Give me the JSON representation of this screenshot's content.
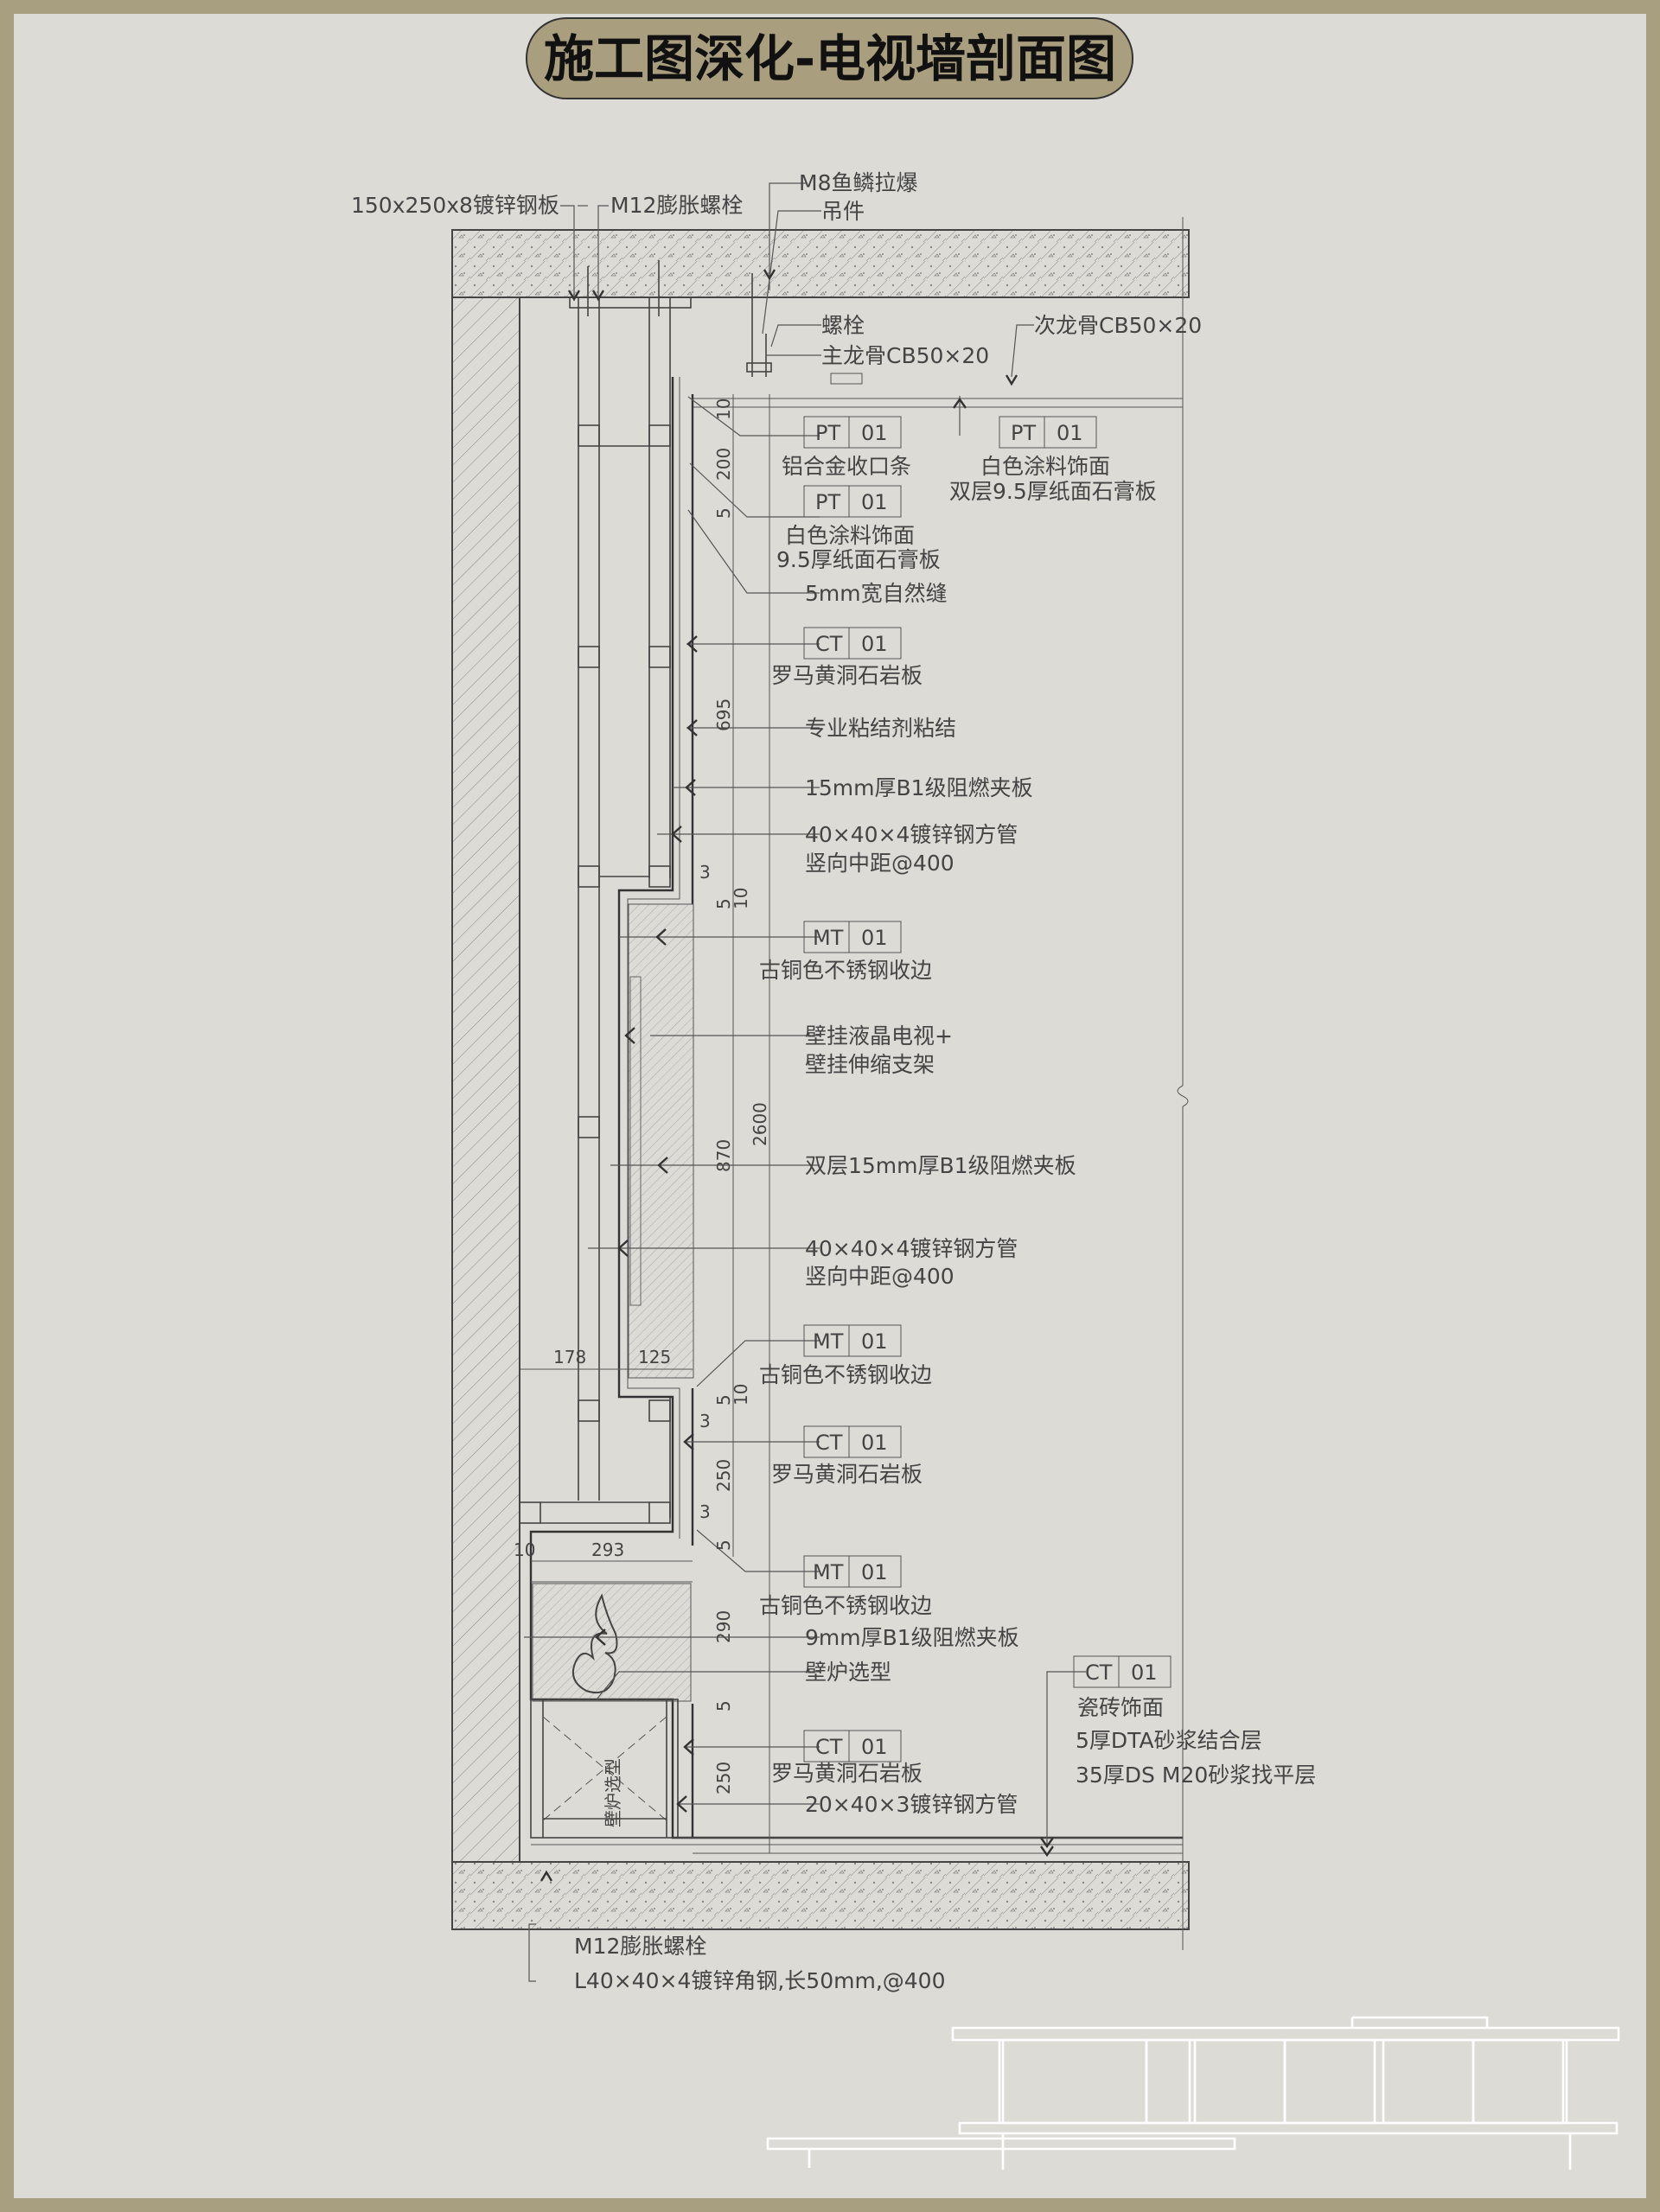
{
  "title": "施工图深化-电视墙剖面图",
  "callouts": {
    "top_plate": "150x250x8镀锌钢板",
    "top_bolt": "M12膨胀螺栓",
    "m8": "M8鱼鳞拉爆",
    "hanger": "吊件",
    "bolt": "螺栓",
    "main_keel": "主龙骨CB50×20",
    "sec_keel": "次龙骨CB50×20",
    "aluminum_trim": "铝合金收口条",
    "ceiling_paint": "白色涂料饰面",
    "ceiling_board": "双层9.5厚纸面石膏板",
    "wall_paint": "白色涂料饰面",
    "wall_board": "9.5厚纸面石膏板",
    "gap": "5mm宽自然缝",
    "stone_1": "罗马黄洞石岩板",
    "adhesive": "专业粘结剂粘结",
    "plywood_15": "15mm厚B1级阻燃夹板",
    "tube_1a": "40×40×4镀锌钢方管",
    "tube_1b": "竖向中距@400",
    "mt_1": "古铜色不锈钢收边",
    "tv_a": "壁挂液晶电视+",
    "tv_b": "壁挂伸缩支架",
    "plywood_double": "双层15mm厚B1级阻燃夹板",
    "tube_2a": "40×40×4镀锌钢方管",
    "tube_2b": "竖向中距@400",
    "mt_2": "古铜色不锈钢收边",
    "stone_2": "罗马黄洞石岩板",
    "mt_3": "古铜色不锈钢收边",
    "plywood_9": "9mm厚B1级阻燃夹板",
    "fireplace": "壁炉选型",
    "stone_3": "罗马黄洞石岩板",
    "tube_3": "20×40×3镀锌钢方管",
    "tile_finish": "瓷砖饰面",
    "dta": "5厚DTA砂浆结合层",
    "ds_mortar": "35厚DS M20砂浆找平层",
    "bottom_bolt": "M12膨胀螺栓",
    "angle": "L40×40×4镀锌角钢,长50mm,@400",
    "fireplace_vertical": "壁炉选型"
  },
  "tags": [
    {
      "code": "PT",
      "num": "01"
    },
    {
      "code": "PT",
      "num": "01"
    },
    {
      "code": "PT",
      "num": "01"
    },
    {
      "code": "CT",
      "num": "01"
    },
    {
      "code": "MT",
      "num": "01"
    },
    {
      "code": "MT",
      "num": "01"
    },
    {
      "code": "CT",
      "num": "01"
    },
    {
      "code": "MT",
      "num": "01"
    },
    {
      "code": "CT",
      "num": "01"
    },
    {
      "code": "CT",
      "num": "01"
    }
  ],
  "dimensions": {
    "d10a": "10",
    "d200": "200",
    "d5a": "5",
    "d695": "695",
    "d3a": "3",
    "d5b": "5",
    "d10b": "10",
    "d870": "870",
    "d2600": "2600",
    "d178": "178",
    "d125": "125",
    "d5c": "5",
    "d10c": "10",
    "d3b": "3",
    "d250a": "250",
    "d3c": "3",
    "d5d": "5",
    "d10d": "10",
    "d293": "293",
    "d290": "290",
    "d5e": "5",
    "d250b": "250"
  },
  "colors": {
    "frame": "#a89f80",
    "paper": "#dcdbd6",
    "title_pill": "#a99f7e",
    "ink": "#444444"
  }
}
